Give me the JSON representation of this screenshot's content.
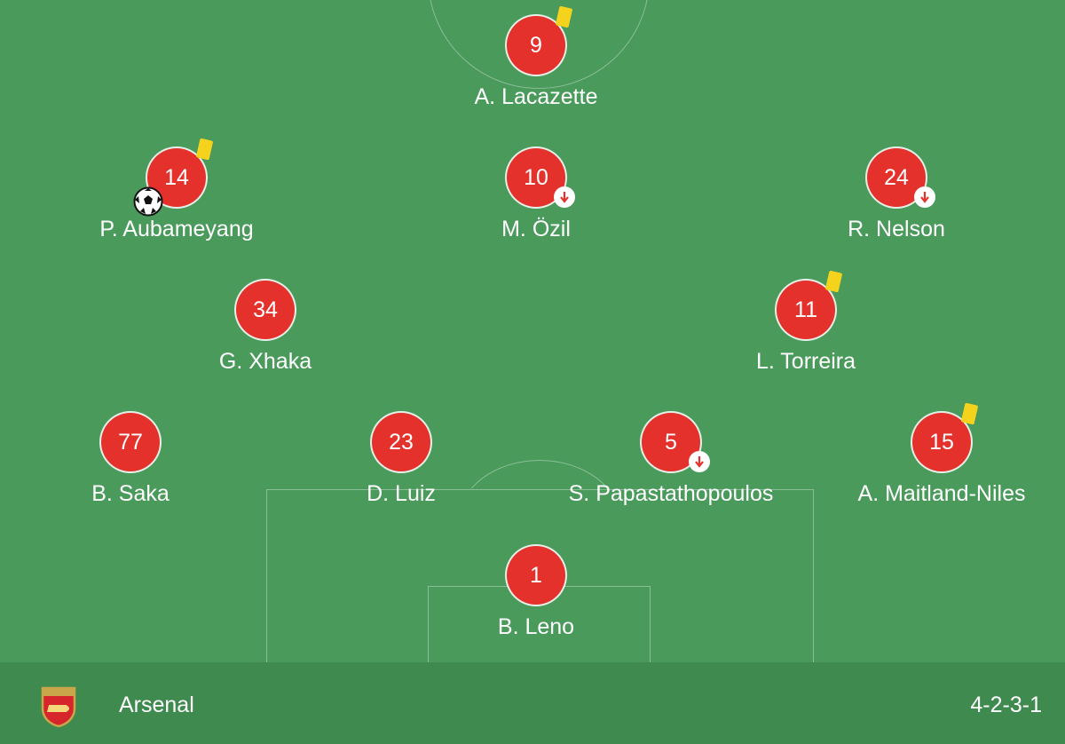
{
  "team": {
    "name": "Arsenal",
    "formation": "4-2-3-1",
    "crest_icon": "arsenal-crest-icon"
  },
  "colors": {
    "pitch": "#4a9a5c",
    "footer": "#3f8a4e",
    "shirt": "#e4312b",
    "yellow_card": "#f5d31c"
  },
  "players": [
    {
      "number": "9",
      "name": "A. Lacazette",
      "yellow_card": true,
      "subbed_off": false,
      "scored": false
    },
    {
      "number": "14",
      "name": "P. Aubameyang",
      "yellow_card": true,
      "subbed_off": false,
      "scored": true
    },
    {
      "number": "10",
      "name": "M. Özil",
      "yellow_card": false,
      "subbed_off": true,
      "scored": false
    },
    {
      "number": "24",
      "name": "R. Nelson",
      "yellow_card": false,
      "subbed_off": true,
      "scored": false
    },
    {
      "number": "34",
      "name": "G. Xhaka",
      "yellow_card": false,
      "subbed_off": false,
      "scored": false
    },
    {
      "number": "11",
      "name": "L. Torreira",
      "yellow_card": true,
      "subbed_off": false,
      "scored": false
    },
    {
      "number": "77",
      "name": "B. Saka",
      "yellow_card": false,
      "subbed_off": false,
      "scored": false
    },
    {
      "number": "23",
      "name": "D. Luiz",
      "yellow_card": false,
      "subbed_off": false,
      "scored": false
    },
    {
      "number": "5",
      "name": "S. Papastathopoulos",
      "yellow_card": false,
      "subbed_off": true,
      "scored": false
    },
    {
      "number": "15",
      "name": "A. Maitland-Niles",
      "yellow_card": true,
      "subbed_off": false,
      "scored": false
    },
    {
      "number": "1",
      "name": "B. Leno",
      "yellow_card": false,
      "subbed_off": false,
      "scored": false
    }
  ]
}
